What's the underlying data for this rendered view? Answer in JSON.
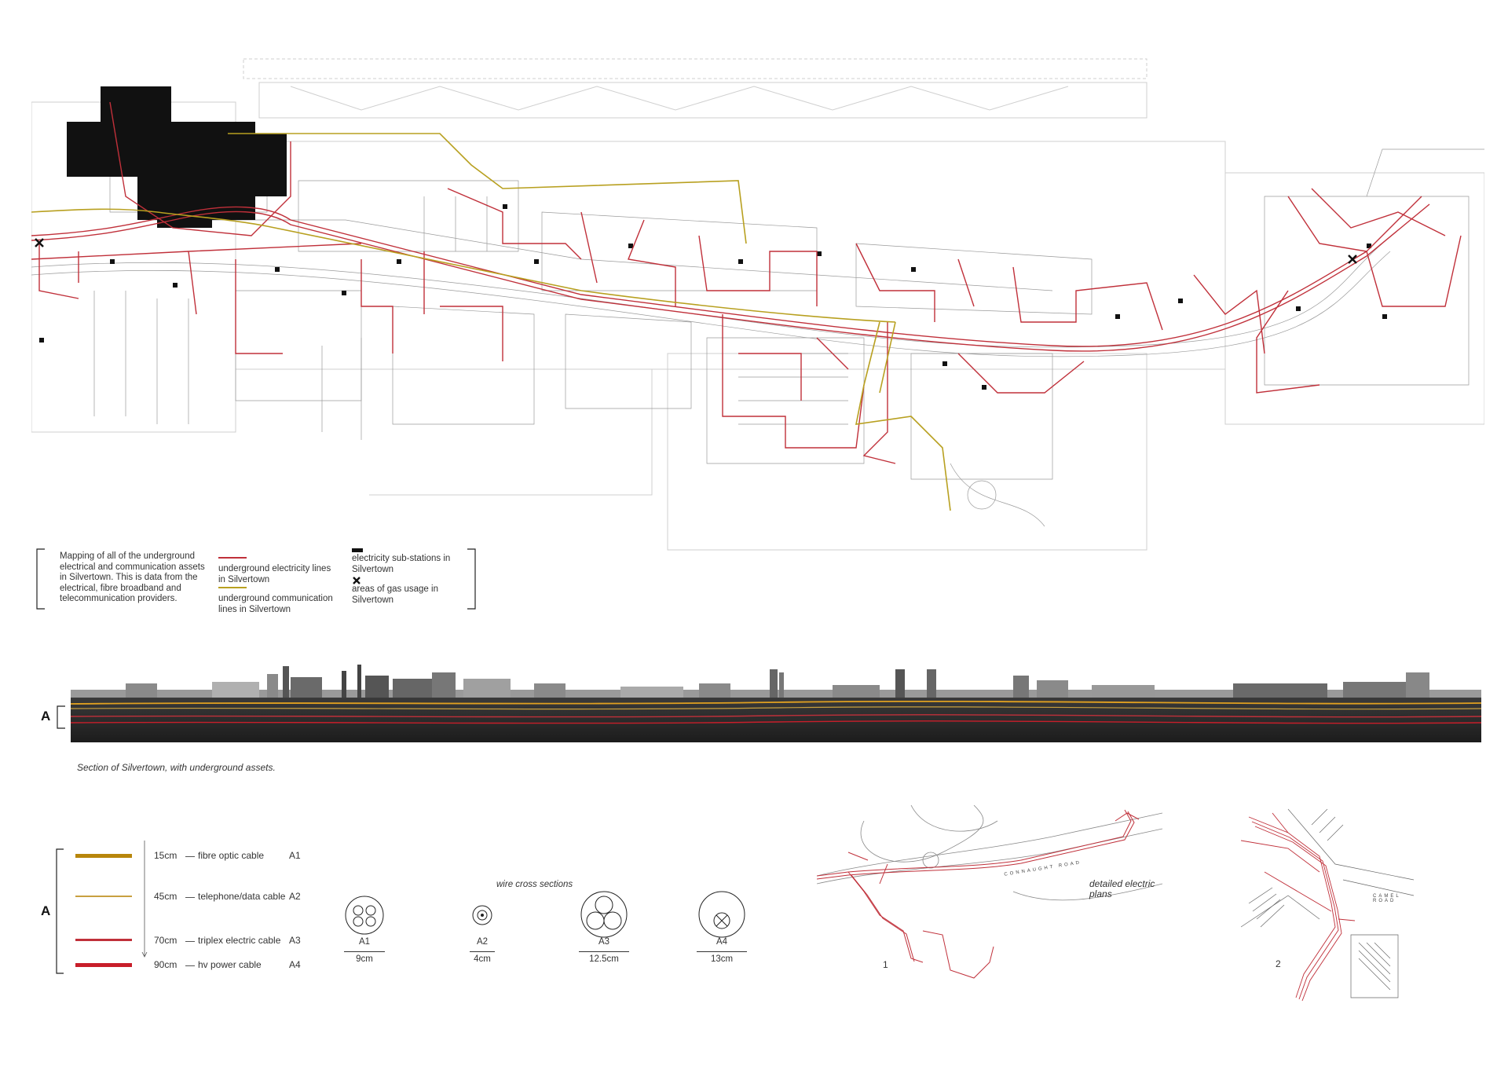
{
  "map": {
    "legend": {
      "description": "Mapping of  all of the underground electrical and communication assets in Silvertown. This is data from the electrical, fibre broadband and telecommunication providers.",
      "items": [
        {
          "label": "underground electricity lines in Silvertown",
          "color": "#c0303a",
          "kind": "line"
        },
        {
          "label": "underground communication lines in Silvertown",
          "color": "#b8a020",
          "kind": "line"
        },
        {
          "label": "electricity sub-stations in Silvertown",
          "color": "#111111",
          "kind": "block"
        },
        {
          "label": "areas of gas usage in Silvertown",
          "color": "#111111",
          "kind": "cross"
        }
      ]
    }
  },
  "section": {
    "letter": "A",
    "caption": "Section of Silvertown, with underground assets."
  },
  "cables": {
    "letter": "A",
    "items": [
      {
        "depth": "15cm",
        "name": "fibre optic cable",
        "code": "A1",
        "color": "#b8860b"
      },
      {
        "depth": "45cm",
        "name": "telephone/data cable",
        "code": "A2",
        "color": "#c8a040"
      },
      {
        "depth": "70cm",
        "name": "triplex electric cable",
        "code": "A3",
        "color": "#c0303a"
      },
      {
        "depth": "90cm",
        "name": "hv power cable",
        "code": "A4",
        "color": "#c81e2a"
      }
    ]
  },
  "cross_sections": {
    "title": "wire cross sections",
    "items": [
      {
        "code": "A1",
        "size": "9cm"
      },
      {
        "code": "A2",
        "size": "4cm"
      },
      {
        "code": "A3",
        "size": "12.5cm"
      },
      {
        "code": "A4",
        "size": "13cm"
      }
    ]
  },
  "plans": {
    "title": "detailed electric plans",
    "items": [
      {
        "number": "1",
        "street": "CONNAUGHT ROAD"
      },
      {
        "number": "2",
        "street": "CAMEL ROAD"
      }
    ]
  },
  "colors": {
    "electric": "#c0303a",
    "communication": "#b8a020",
    "substation": "#111111"
  }
}
